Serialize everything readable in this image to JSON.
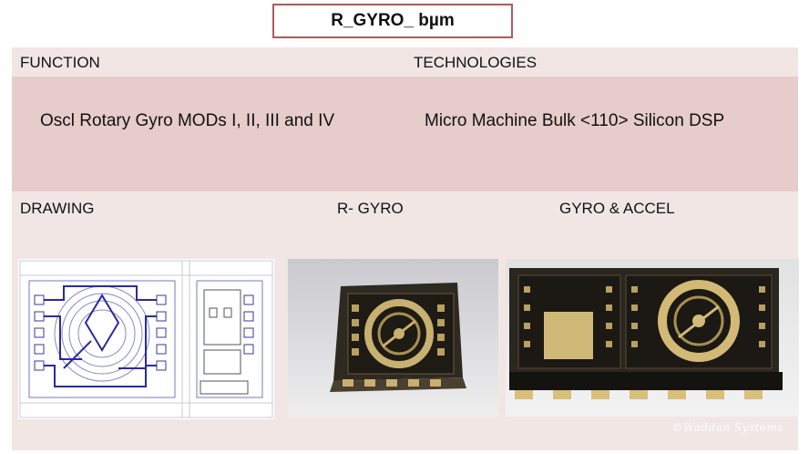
{
  "title": "R_GYRO_ bµm",
  "headers": {
    "function": "FUNCTION",
    "technologies": "TECHNOLOGIES",
    "drawing": "DRAWING",
    "r_gyro": "R- GYRO",
    "gyro_accel": "GYRO & ACCEL"
  },
  "function_text": "Oscl  Rotary Gyro  MODs I, II, III and IV",
  "technologies_text": "Micro Machine Bulk   <110>  Silicon DSP",
  "copyright": "©Waddan Systems",
  "colors": {
    "title_border": "#b05a58",
    "header_band": "#f2e6e5",
    "content_band": "#e6cccb",
    "drawing_blue": "#2a2aa0",
    "chip_gold": "#c8b070"
  }
}
